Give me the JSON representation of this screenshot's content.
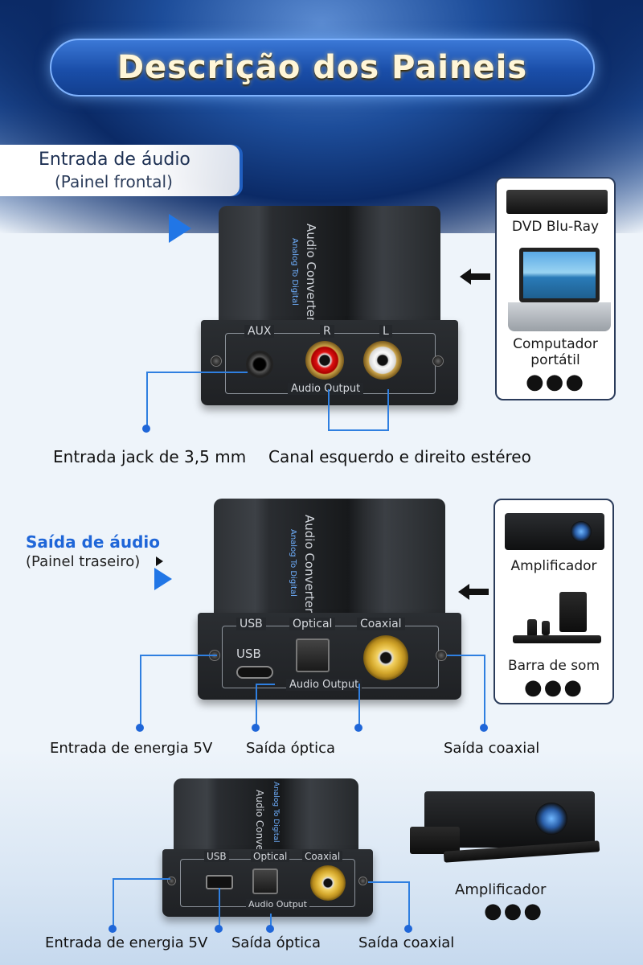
{
  "title": "Descrição dos Paineis",
  "front": {
    "heading": "Entrada de áudio",
    "subheading": "(Painel frontal)",
    "device": {
      "brand": "Audio Converter",
      "sublabel": "Analog To Digital",
      "aux": "AUX",
      "r": "R",
      "l": "L",
      "output": "Audio Output"
    },
    "callouts": {
      "jack": "Entrada jack de 3,5 mm",
      "stereo": "Canal esquerdo e direito estéreo"
    },
    "panel": {
      "item1": "DVD Blu-Ray",
      "item2_line1": "Computador",
      "item2_line2": "portátil",
      "more": "●●●"
    }
  },
  "rear": {
    "heading": "Saída de áudio",
    "subheading": "(Painel traseiro)",
    "device": {
      "brand": "Audio Converter",
      "sublabel": "Analog To Digital",
      "usb": "USB",
      "optical": "Optical",
      "coaxial": "Coaxial",
      "usb_port": "USB",
      "output": "Audio Output"
    },
    "callouts": {
      "power": "Entrada de energia 5V",
      "optical": "Saída óptica",
      "coaxial": "Saída coaxial"
    },
    "panel": {
      "item1": "Amplificador",
      "item2": "Barra de som",
      "more": "●●●"
    }
  },
  "bottom": {
    "device": {
      "brand": "Audio Converter",
      "sublabel": "Analog To Digital",
      "usb": "USB",
      "optical": "Optical",
      "coaxial": "Coaxial",
      "output": "Audio Output"
    },
    "callouts": {
      "power": "Entrada de energia 5V",
      "optical": "Saída óptica",
      "coaxial": "Saída coaxial"
    },
    "product_label": "Amplificador",
    "more": "●●●"
  },
  "colors": {
    "accent_blue": "#2176e6",
    "callout_line": "#2f7fe0",
    "title_text": "#fff6d8"
  }
}
